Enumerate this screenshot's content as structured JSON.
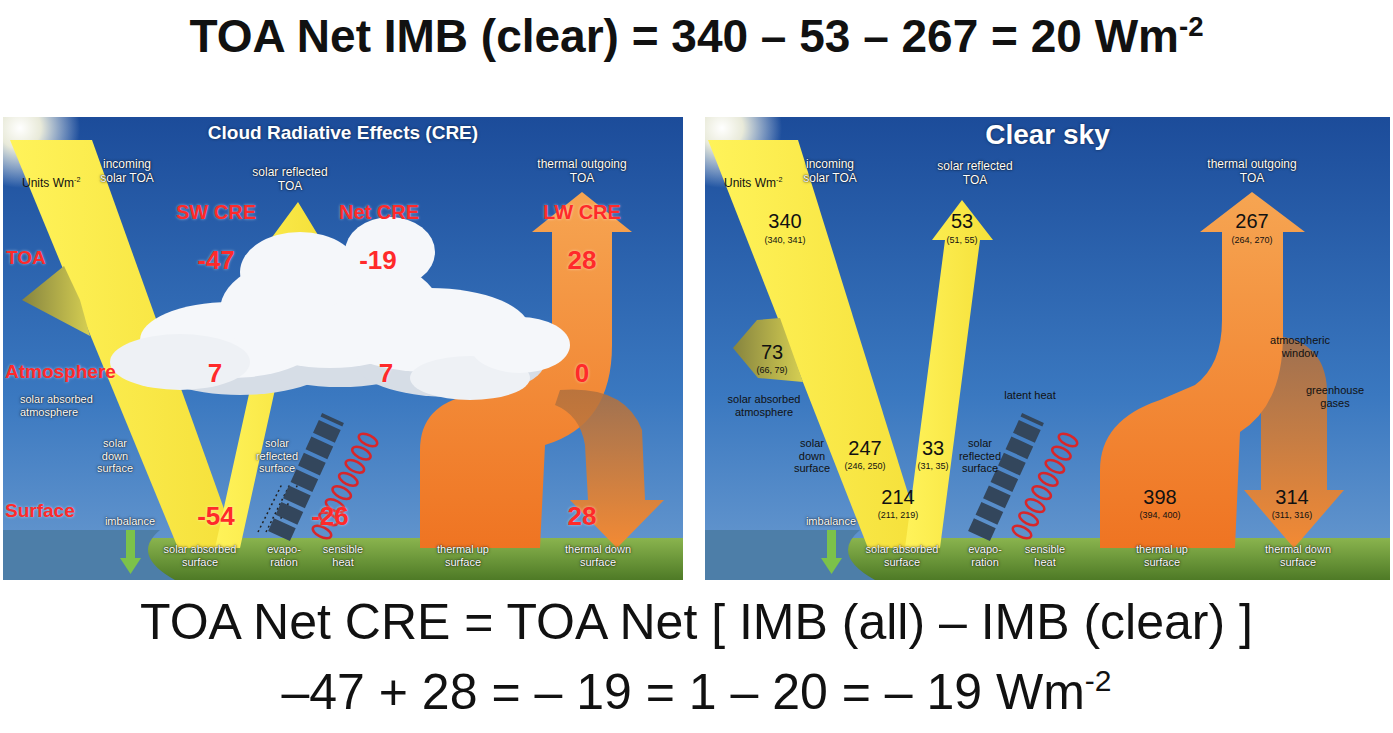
{
  "diagram": {
    "title": "TOA Net IMB (clear) = 340 – 53 – 267 = 20 Wm",
    "caption": "TOA Net CRE = TOA Net [ IMB (all) – IMB (clear) ]",
    "nodes": [
      {
        "text": [
          "Cloud Radiative Effects (CRE)"
        ]
      },
      {
        "text": [
          "Clear sky"
        ]
      }
    ],
    "labels": [
      "-2",
      "–47 + 28 = – 19 = 1 – 20 = – 19 Wm",
      "-2",
      "Units Wm",
      "-2",
      "incoming solar TOA",
      "solar reflected TOA",
      "thermal outgoing TOA",
      "SW CRE",
      "Net CRE",
      "LW CRE",
      "TOA",
      "-47",
      "-19",
      "28",
      "Atmosphere",
      "7",
      "7",
      "0",
      "solar absorbed atmosphere",
      "solar down surface",
      "solar reflected surface",
      "Surface",
      "imbalance",
      "-54",
      "-26",
      "28",
      "solar absorbed surface",
      "evapo- ration",
      "sensible heat",
      "thermal up surface",
      "thermal down surface",
      "Units Wm",
      "-2",
      "incoming solar TOA",
      "solar reflected TOA",
      "thermal outgoing TOA",
      "340",
      "(340, 341)",
      "53",
      "(51, 55)",
      "267",
      "(264, 270)",
      "atmospheric window",
      "greenhouse gases",
      "73",
      "(66, 79)",
      "solar absorbed atmosphere",
      "latent heat",
      "solar down surface",
      "247",
      "(246, 250)",
      "33",
      "(31, 35)",
      "solar reflected surface",
      "214",
      "(211, 219)",
      "imbalance",
      "398",
      "(394, 400)",
      "314",
      "(311, 316)",
      "solar absorbed surface",
      "evapo- ration",
      "sensible heat",
      "thermal up surface",
      "thermal down surface"
    ]
  }
}
